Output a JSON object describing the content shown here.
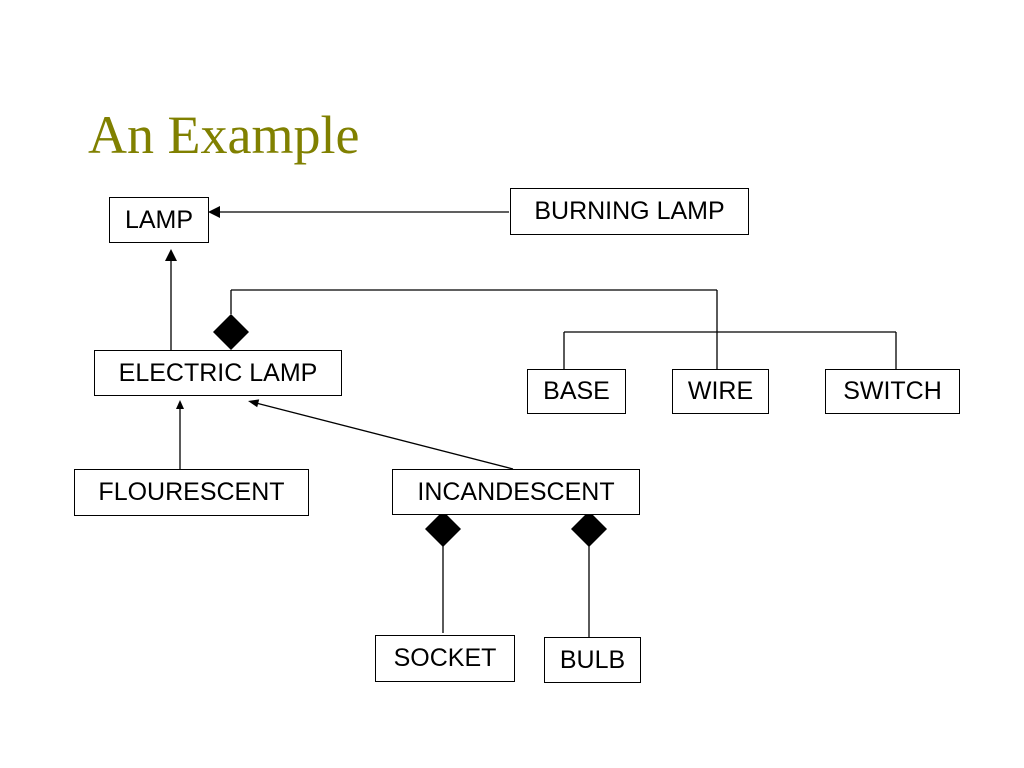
{
  "slide": {
    "title": "An Example"
  },
  "diagram": {
    "nodes": {
      "lamp": "LAMP",
      "burning_lamp": "BURNING LAMP",
      "electric_lamp": "ELECTRIC LAMP",
      "base": "BASE",
      "wire": "WIRE",
      "switch": "SWITCH",
      "flourescent": "FLOURESCENT",
      "incandescent": "INCANDESCENT",
      "socket": "SOCKET",
      "bulb": "BULB"
    }
  },
  "colors": {
    "title": "#808000",
    "lines": "#000000",
    "background": "#ffffff"
  }
}
